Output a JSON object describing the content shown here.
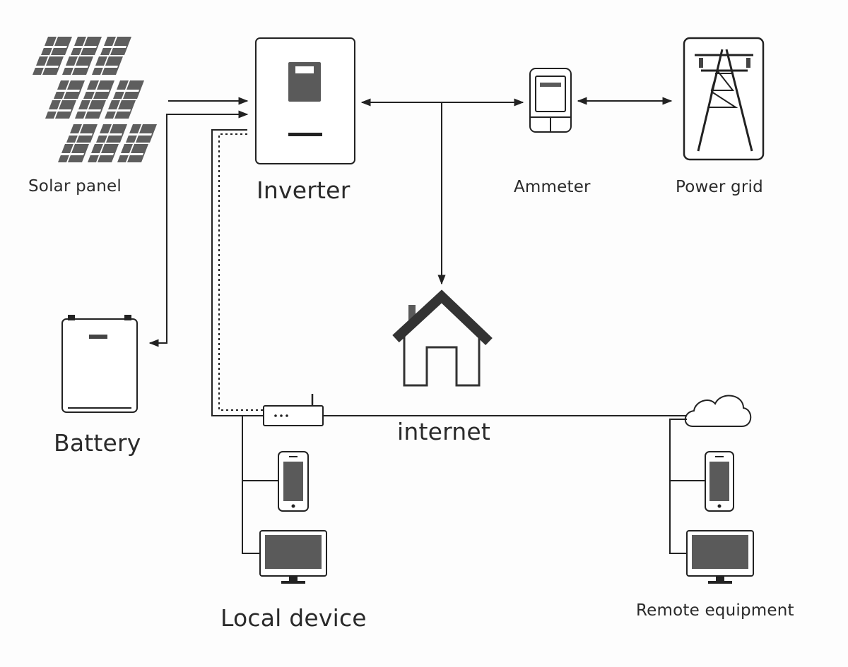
{
  "labels": {
    "solar_panel": "Solar panel",
    "inverter": "Inverter",
    "ammeter": "Ammeter",
    "power_grid": "Power grid",
    "battery": "Battery",
    "internet": "internet",
    "local_device": "Local device",
    "remote_equipment": "Remote equipment"
  },
  "colors": {
    "line": "#222222",
    "device_fill": "#ffffff",
    "screen": "#5a5a5a",
    "panel_cell": "#5e5e5e",
    "text": "#2a2a2a"
  },
  "icons": [
    "solar-panel-icon",
    "inverter-icon",
    "ammeter-icon",
    "power-tower-icon",
    "battery-icon",
    "house-icon",
    "router-icon",
    "cloud-icon",
    "smartphone-icon",
    "monitor-icon"
  ]
}
